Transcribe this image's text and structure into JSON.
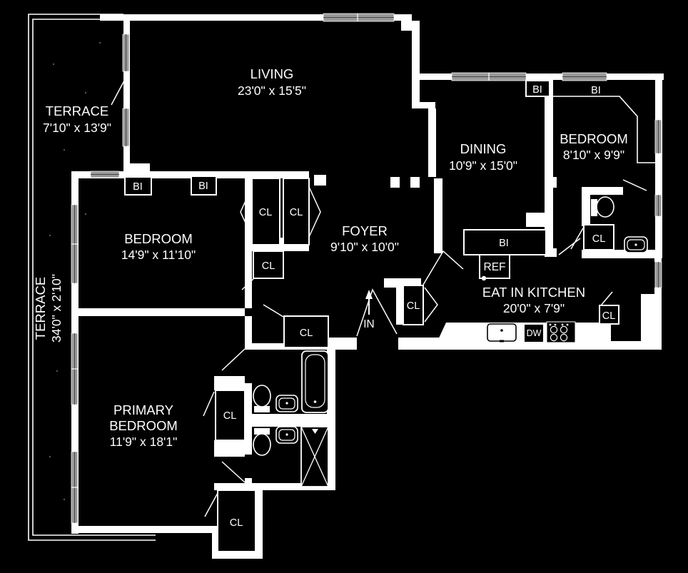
{
  "plan": {
    "title": "apartment-floor-plan",
    "rooms": {
      "living": {
        "name": "LIVING",
        "dims": "23'0\" x 15'5\""
      },
      "terrace_upper": {
        "name": "TERRACE",
        "dims": "7'10\" x 13'9\""
      },
      "terrace_side": {
        "name": "TERRACE",
        "dims": "34'0\" x 2'10\""
      },
      "bedroom_left": {
        "name": "BEDROOM",
        "dims": "14'9\" x 11'10\""
      },
      "dining": {
        "name": "DINING",
        "dims": "10'9\" x 15'0\""
      },
      "bedroom_right": {
        "name": "BEDROOM",
        "dims": "8'10\" x 9'9\""
      },
      "foyer": {
        "name": "FOYER",
        "dims": "9'10\" x 10'0\""
      },
      "kitchen": {
        "name": "EAT IN KITCHEN",
        "dims": "20'0\" x 7'9\""
      },
      "primary": {
        "name_line1": "PRIMARY",
        "name_line2": "BEDROOM",
        "dims": "11'9\" x 18'1\""
      }
    },
    "markers": {
      "closet": "CL",
      "built_in": "BI",
      "refrigerator": "REF",
      "dishwasher": "DW",
      "entry": "IN"
    }
  },
  "colors": {
    "background": "#000000",
    "walls": "#ffffff",
    "window_fill": "#999999"
  }
}
